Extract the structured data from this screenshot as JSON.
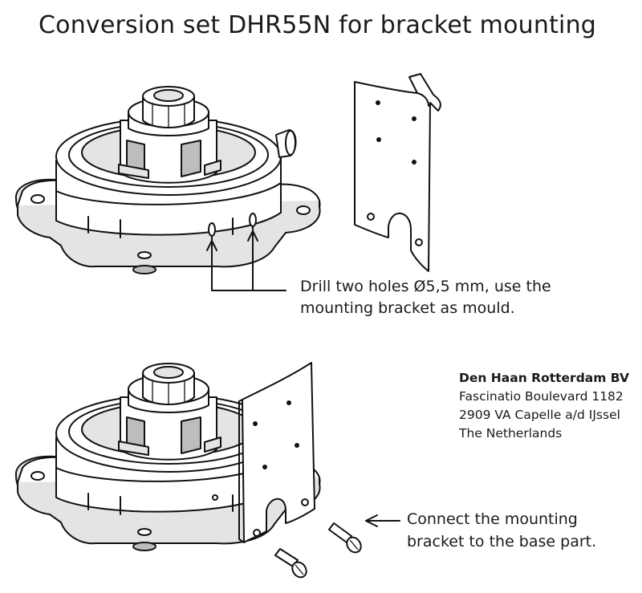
{
  "title": "Conversion set DHR55N for bracket mounting",
  "drill_instruction": {
    "line1": "Drill two holes Ø5,5 mm, use the",
    "line2": "mounting bracket as mould."
  },
  "company": {
    "name": "Den Haan Rotterdam BV",
    "address1": "Fascinatio Boulevard 1182",
    "address2": "2909 VA Capelle a/d IJssel",
    "country": "The Netherlands"
  },
  "connect_instruction": {
    "line1": "Connect the mounting",
    "line2": "bracket to the base part."
  }
}
